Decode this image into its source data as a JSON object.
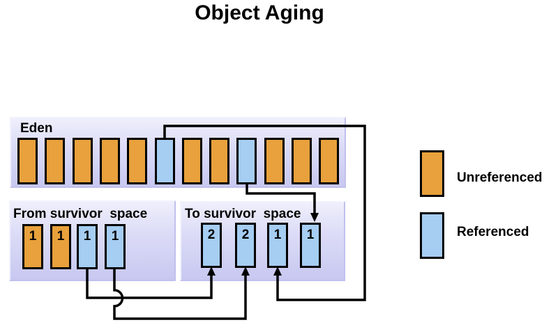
{
  "title": "Object Aging",
  "colors": {
    "unreferenced": "#e8a13c",
    "referenced": "#a6cdf2",
    "region_fill_top": "#efeffc",
    "region_fill_bottom": "#c8c8f1",
    "connector": "#000000"
  },
  "regions": {
    "eden": {
      "label": "Eden",
      "bars": [
        "unreferenced",
        "unreferenced",
        "unreferenced",
        "unreferenced",
        "unreferenced",
        "referenced",
        "unreferenced",
        "unreferenced",
        "referenced",
        "unreferenced",
        "unreferenced",
        "unreferenced"
      ]
    },
    "from_survivor": {
      "label": "From survivor  space",
      "blocks": [
        {
          "age": "1",
          "state": "unreferenced"
        },
        {
          "age": "1",
          "state": "unreferenced"
        },
        {
          "age": "1",
          "state": "referenced"
        },
        {
          "age": "1",
          "state": "referenced"
        }
      ]
    },
    "to_survivor": {
      "label": "To survivor  space",
      "blocks": [
        {
          "age": "2",
          "state": "referenced"
        },
        {
          "age": "2",
          "state": "referenced"
        },
        {
          "age": "1",
          "state": "referenced"
        },
        {
          "age": "1",
          "state": "referenced"
        }
      ]
    }
  },
  "legend": {
    "items": [
      {
        "label": "Unreferenced",
        "state": "unreferenced"
      },
      {
        "label": "Referenced",
        "state": "referenced"
      }
    ]
  }
}
